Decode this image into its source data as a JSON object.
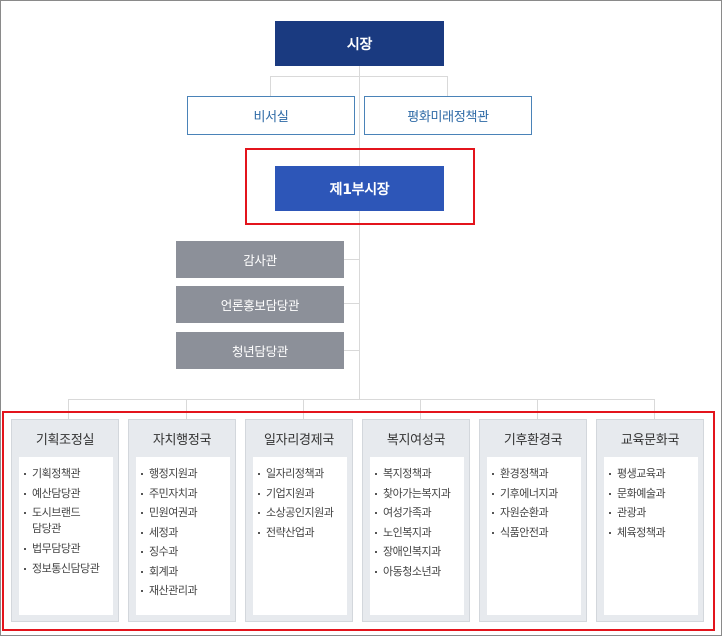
{
  "mayor": "시장",
  "staff": [
    "비서실",
    "평화미래정책관"
  ],
  "deputy_mayor": "제1부시장",
  "offices": [
    "감사관",
    "언론홍보담당관",
    "청년담당관"
  ],
  "bureaus": [
    {
      "name": "기획조정실",
      "divisions": [
        "기획정책관",
        "예산담당관",
        "도시브랜드 담당관",
        "법무담당관",
        "정보통신담당관"
      ]
    },
    {
      "name": "자치행정국",
      "divisions": [
        "행정지원과",
        "주민자치과",
        "민원여권과",
        "세정과",
        "징수과",
        "회계과",
        "재산관리과"
      ]
    },
    {
      "name": "일자리경제국",
      "divisions": [
        "일자리정책과",
        "기업지원과",
        "소상공인지원과",
        "전략산업과"
      ]
    },
    {
      "name": "복지여성국",
      "divisions": [
        "복지정책과",
        "찾아가는복지과",
        "여성가족과",
        "노인복지과",
        "장애인복지과",
        "아동청소년과"
      ]
    },
    {
      "name": "기후환경국",
      "divisions": [
        "환경정책과",
        "기후에너지과",
        "자원순환과",
        "식품안전과"
      ]
    },
    {
      "name": "교육문화국",
      "divisions": [
        "평생교육과",
        "문화예술과",
        "관광과",
        "체육정책과"
      ]
    }
  ],
  "colors": {
    "mayor": "#1a3a80",
    "deputy": "#2d56b8",
    "highlight": "#e3141c",
    "office": "#8c9099"
  }
}
